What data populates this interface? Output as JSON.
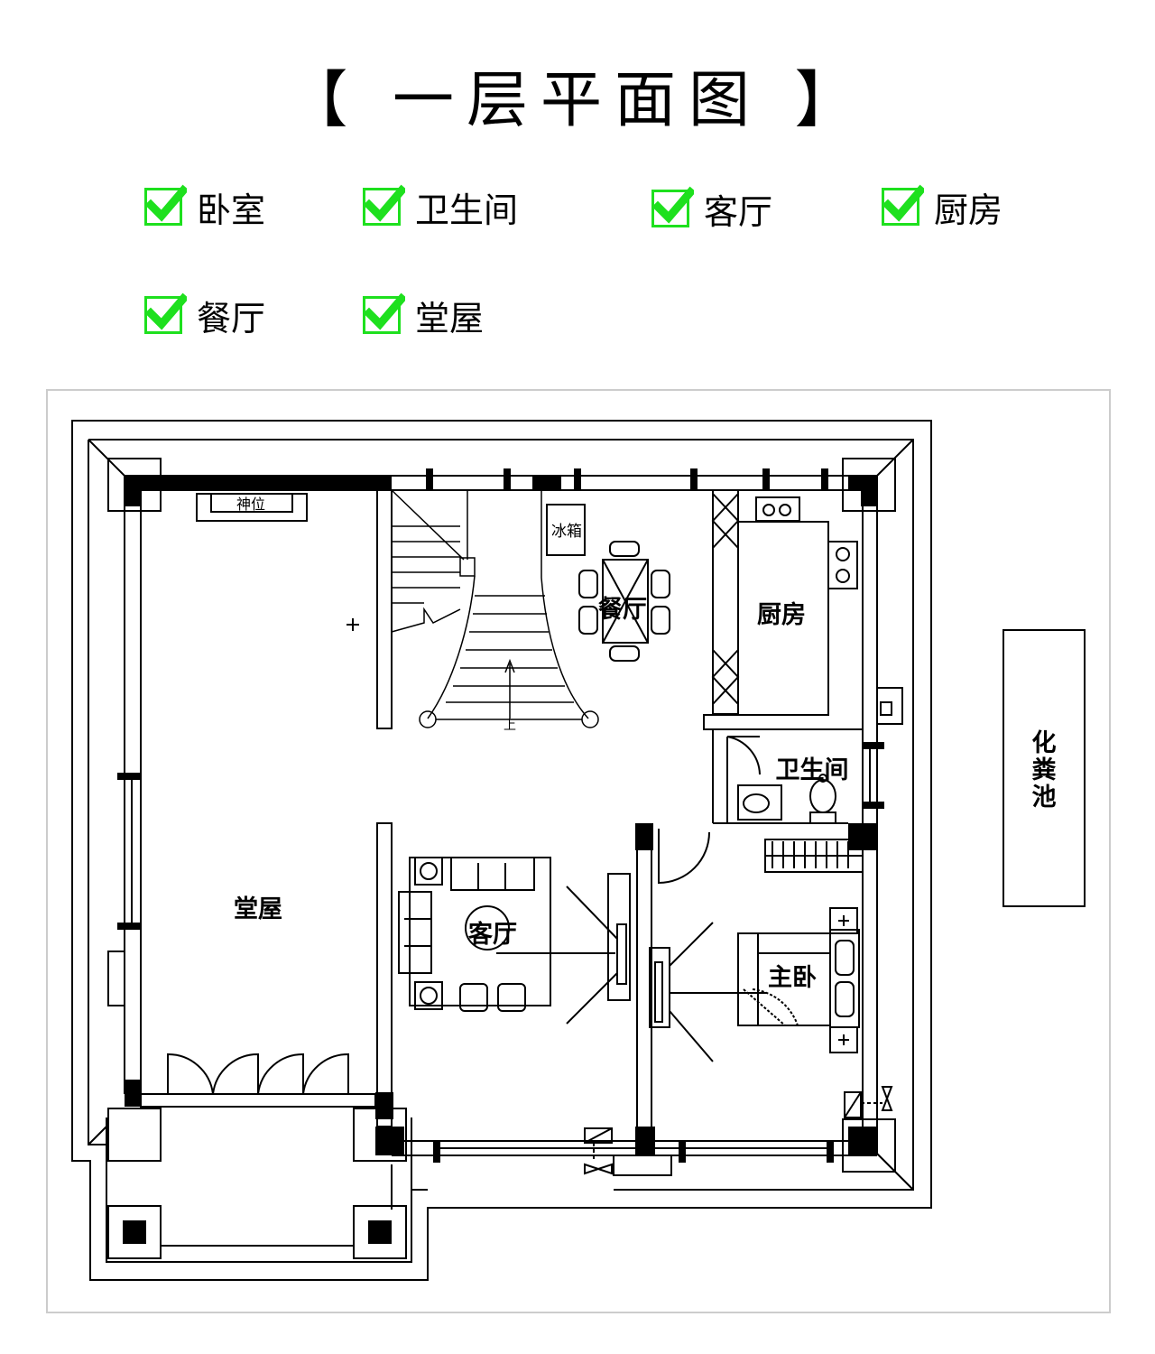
{
  "title": "【 一层平面图 】",
  "legend": [
    {
      "label": "卧室"
    },
    {
      "label": "卫生间"
    },
    {
      "label": "客厅"
    },
    {
      "label": "厨房"
    },
    {
      "label": "餐厅"
    },
    {
      "label": "堂屋"
    }
  ],
  "check_color": "#1ee01e",
  "rooms": {
    "shrine": "神位",
    "fridge": "冰箱",
    "dining": "餐厅",
    "kitchen": "厨房",
    "bathroom": "卫生间",
    "hall": "堂屋",
    "living": "客厅",
    "master_bedroom": "主卧",
    "stair_up": "上"
  },
  "septic_tank": "化粪池"
}
